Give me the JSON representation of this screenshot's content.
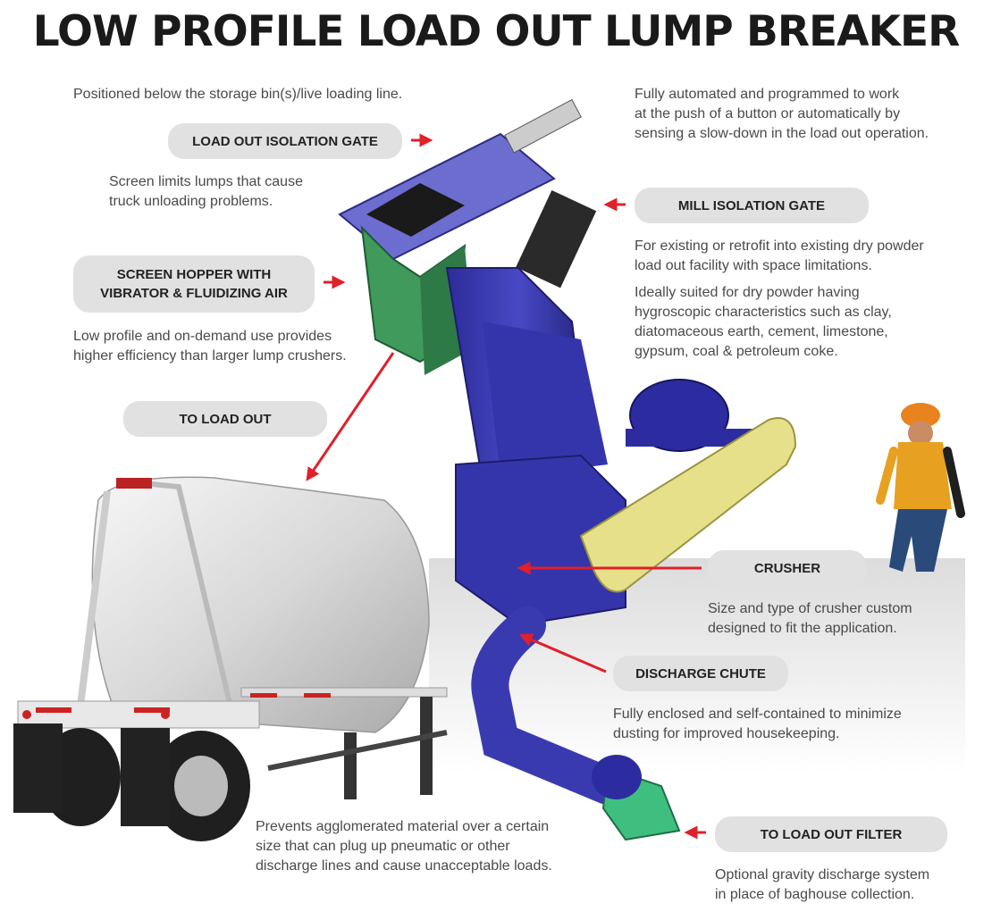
{
  "title": "LOW PROFILE LOAD OUT LUMP BREAKER",
  "colors": {
    "arrow": "#e0202a",
    "machine_blue": "#3a3ab0",
    "hopper_green": "#3f9a5c",
    "belt_guard_yellow": "#e6e08a",
    "pill_bg": "#e1e1e1"
  },
  "labels": {
    "load_out_isolation_gate": "LOAD OUT ISOLATION GATE",
    "mill_isolation_gate": "MILL ISOLATION GATE",
    "screen_hopper_line1": "SCREEN HOPPER WITH",
    "screen_hopper_line2": "VIBRATOR & FLUIDIZING AIR",
    "to_load_out": "TO LOAD OUT",
    "crusher": "CRUSHER",
    "discharge_chute": "DISCHARGE CHUTE",
    "to_load_out_filter": "TO LOAD OUT FILTER"
  },
  "descriptions": {
    "positioned": "Positioned below the storage bin(s)/live loading line.",
    "automated": [
      "Fully automated and programmed to work",
      "at the push of a button or automatically by",
      "sensing a slow-down in the load out operation."
    ],
    "screen": [
      "Screen limits lumps that cause",
      "truck unloading problems."
    ],
    "existing": [
      "For existing or retrofit into existing dry powder",
      "load out facility with space limitations."
    ],
    "ideal": [
      "Ideally suited for dry powder having",
      "hygroscopic characteristics such as clay,",
      "diatomaceous earth, cement, limestone,",
      "gypsum, coal & petroleum coke."
    ],
    "low_profile": [
      "Low profile and on-demand use provides",
      "higher efficiency than larger lump crushers."
    ],
    "crusher": [
      "Size and type of crusher custom",
      "designed to fit the application."
    ],
    "discharge": [
      "Fully enclosed and self-contained to minimize",
      "dusting for improved housekeeping."
    ],
    "prevents": [
      "Prevents agglomerated material over a certain",
      "size that can plug up pneumatic or other",
      "discharge lines and cause unacceptable loads."
    ],
    "optional": [
      "Optional gravity discharge system",
      "in place of baghouse collection."
    ]
  },
  "icons": {
    "arrow": "red-arrow-icon",
    "trailer": "bulk-trailer-illustration",
    "machine": "lump-breaker-illustration",
    "worker": "worker-figure-illustration"
  }
}
